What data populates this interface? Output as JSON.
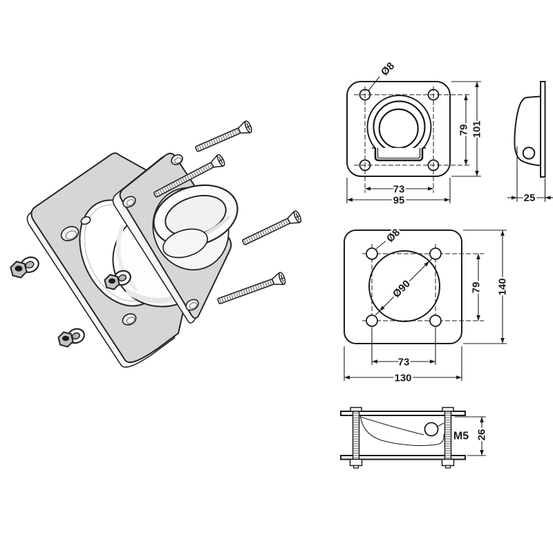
{
  "drawing": {
    "kind": "technical-drawing",
    "subject": "recessed tie-down lashing ring plate assembly",
    "colors": {
      "line": "#1a1a1a",
      "plate_fill": "#d6d6d6",
      "background": "#ffffff"
    },
    "views": {
      "front": {
        "hole_dia": "Ø8",
        "hole_pitch_x": "73",
        "width": "95",
        "hole_pitch_y": "79",
        "height": "101"
      },
      "side": {
        "thickness": "25"
      },
      "back": {
        "hole_dia": "Ø8",
        "center_hole_dia": "Ø90",
        "hole_pitch_x": "73",
        "width": "130",
        "hole_pitch_y": "79",
        "height": "140"
      },
      "section": {
        "bolt_thread": "M5",
        "depth": "26"
      }
    }
  }
}
